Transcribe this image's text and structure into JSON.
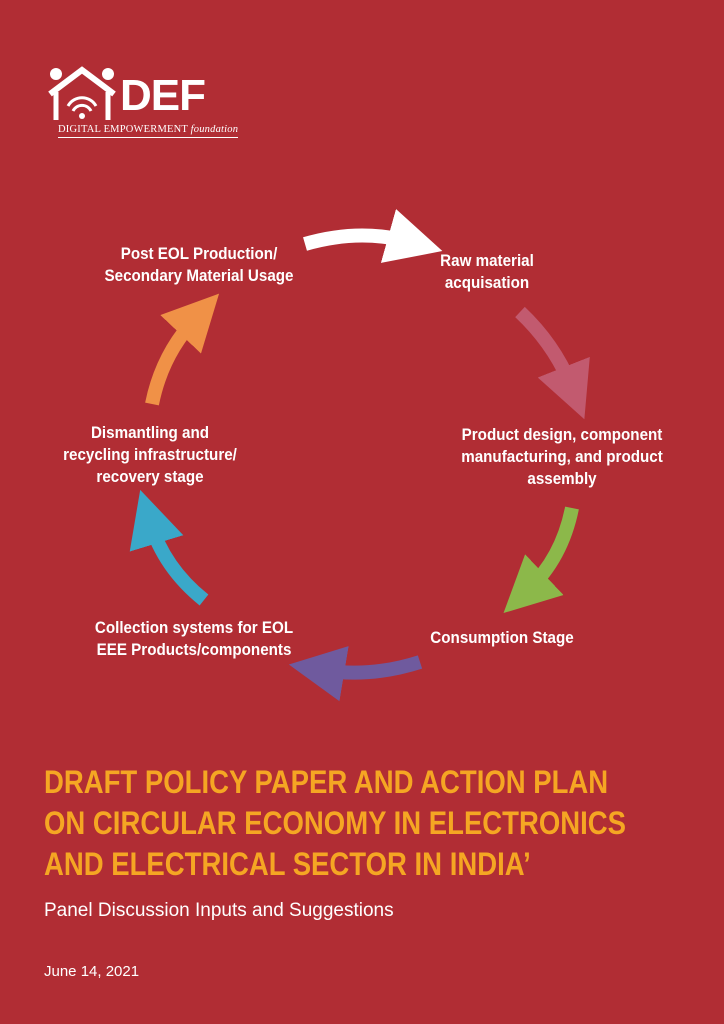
{
  "logo": {
    "name": "DEF",
    "subtitle_main": "DIGITAL EMPOWERMENT",
    "subtitle_italic": "foundation"
  },
  "cycle": {
    "stages": [
      {
        "line1": "Raw material",
        "line2": "acquisation",
        "line3": ""
      },
      {
        "line1": "Product design, component",
        "line2": "manufacturing, and product",
        "line3": "assembly"
      },
      {
        "line1": "Consumption Stage",
        "line2": "",
        "line3": ""
      },
      {
        "line1": "Collection systems for EOL",
        "line2": "EEE Products/components",
        "line3": ""
      },
      {
        "line1": "Dismantling and",
        "line2": "recycling infrastructure/",
        "line3": "recovery stage"
      },
      {
        "line1": "Post EOL Production/",
        "line2": "Secondary Material Usage",
        "line3": ""
      }
    ],
    "arrow_colors": [
      "#ffffff",
      "#c25a6f",
      "#8cb84a",
      "#6f5a9e",
      "#3aa8c9",
      "#f09147"
    ]
  },
  "title": {
    "line1": "DRAFT POLICY PAPER AND ACTION PLAN",
    "line2": "ON CIRCULAR ECONOMY IN ELECTRONICS",
    "line3": "AND ELECTRICAL SECTOR IN INDIA’"
  },
  "subtitle": "Panel Discussion Inputs and Suggestions",
  "date": "June 14, 2021",
  "colors": {
    "background": "#b12d34",
    "title": "#f5a623",
    "text": "#ffffff"
  }
}
